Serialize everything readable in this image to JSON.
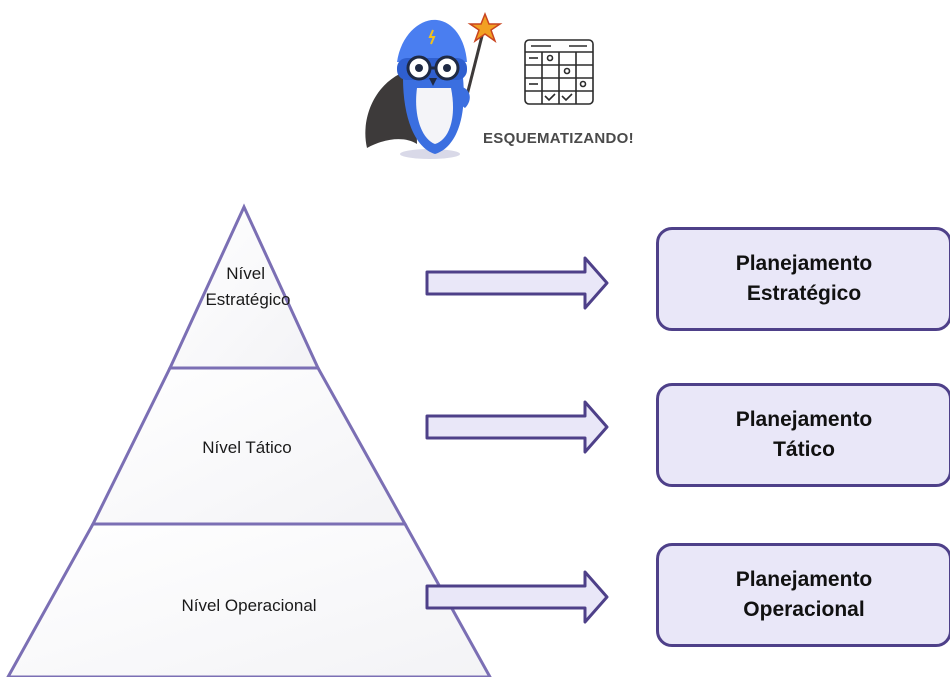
{
  "brand": {
    "caption": "ESQUEMATIZANDO!",
    "mascot_icon": "wizard-owl-icon",
    "calendar_icon": "calendar-grid-icon"
  },
  "pyramid": {
    "tiers": [
      {
        "label_lines": [
          "Nível",
          "Estratégico"
        ]
      },
      {
        "label_lines": [
          "Nível Tático"
        ]
      },
      {
        "label_lines": [
          "Nível Operacional"
        ]
      }
    ]
  },
  "plans": [
    {
      "line1": "Planejamento",
      "line2": "Estratégico"
    },
    {
      "line1": "Planejamento",
      "line2": "Tático"
    },
    {
      "line1": "Planejamento",
      "line2": "Operacional"
    }
  ],
  "colors": {
    "pyramid_outline": "#7b6fb4",
    "arrow_fill": "#e9e7f8",
    "arrow_stroke": "#4e4089",
    "box_fill": "#e9e7f8",
    "box_stroke": "#4e4089",
    "mascot_blue": "#3b6fe0"
  }
}
